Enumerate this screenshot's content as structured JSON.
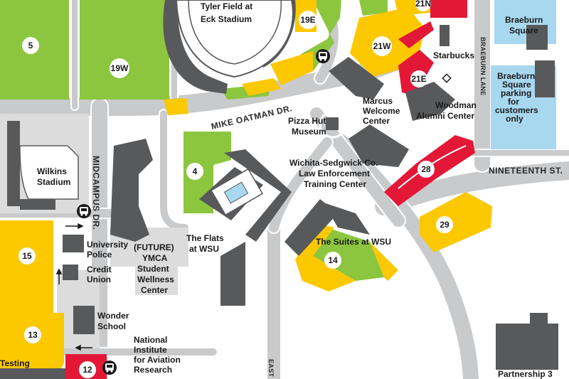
{
  "colors": {
    "road": "#c9cacc",
    "road_edge": "#ffffff",
    "building": "#58595b",
    "green": "#8cc63f",
    "yellow": "#fcc800",
    "red": "#e31837",
    "blue": "#a8d8f0",
    "pale": "#dcdcdc"
  },
  "streets": {
    "mike_oatman": "MIKE OATMAN DR.",
    "nineteenth": "NINETEENTH ST.",
    "braeburn_lane": "BRAEBURN LANE",
    "midcampus": "MIDCAMPUS DR.",
    "east": "EAST"
  },
  "lots": {
    "l5": "5",
    "l19w": "19W",
    "l19e": "19E",
    "l21n": "21N",
    "l21w": "21W",
    "l21e": "21E",
    "l4": "4",
    "l28": "28",
    "l29": "29",
    "l14": "14",
    "l15": "15",
    "l13": "13",
    "l12": "12"
  },
  "places": {
    "tyler_field_1": "Tyler Field at",
    "tyler_field_2": "Eck Stadium",
    "braeburn_square_1": "Braeburn",
    "braeburn_square_2": "Square",
    "starbucks": "Starbucks",
    "braeburn_parking": [
      "Braeburn",
      "Square",
      "parking",
      "for",
      "customers",
      "only"
    ],
    "marcus_1": "Marcus",
    "marcus_2": "Welcome",
    "marcus_3": "Center",
    "woodman_1": "Woodman",
    "woodman_2": "Alumni Center",
    "pizza_hut_1": "Pizza Hut",
    "pizza_hut_2": "Museum",
    "wilkins_1": "Wilkins",
    "wilkins_2": "Stadium",
    "law_1": "Wichita-Sedgwick Co.",
    "law_2": "Law Enforcement",
    "law_3": "Training Center",
    "flats_1": "The Flats",
    "flats_2": "at WSU",
    "suites": "The Suites at WSU",
    "police_1": "University",
    "police_2": "Police",
    "credit_1": "Credit",
    "credit_2": "Union",
    "ymca_1": "(FUTURE)",
    "ymca_2": "YMCA",
    "ymca_3": "Student",
    "ymca_4": "Wellness",
    "ymca_5": "Center",
    "wonder_1": "Wonder",
    "wonder_2": "School",
    "niar_1": "National",
    "niar_2": "Institute",
    "niar_3": "for Aviation",
    "niar_4": "Research",
    "testing": "Testing",
    "partnership": "Partnership 3"
  },
  "icons": {
    "bus": "bus-stop-icon",
    "arrow": "one-way-arrow-icon",
    "diamond": "diamond-marker-icon"
  }
}
